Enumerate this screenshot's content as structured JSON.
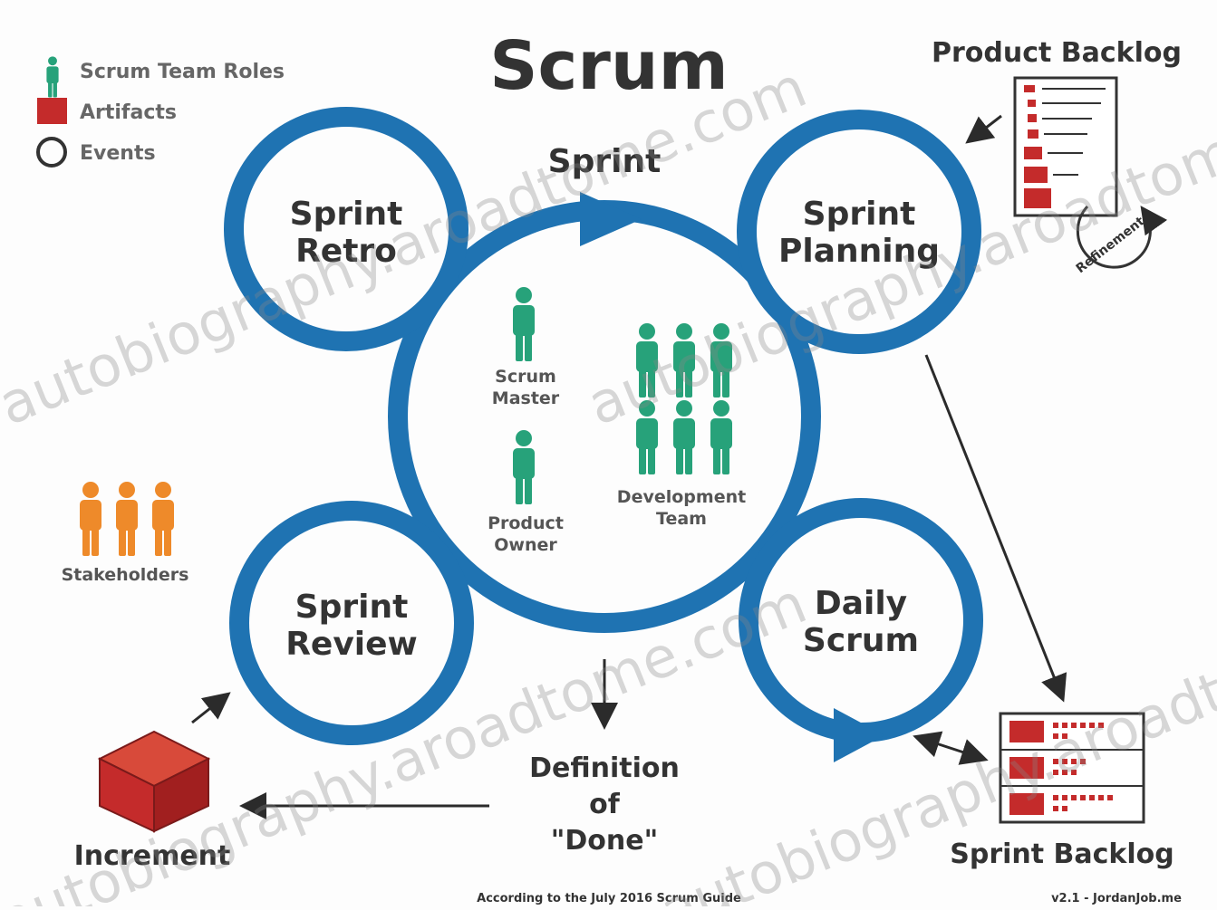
{
  "title": "Scrum",
  "legend": {
    "roles": "Scrum Team Roles",
    "artifacts": "Artifacts",
    "events": "Events"
  },
  "sprint_label": "Sprint",
  "events": {
    "sprint_retro": [
      "Sprint",
      "Retro"
    ],
    "sprint_planning": [
      "Sprint",
      "Planning"
    ],
    "sprint_review": [
      "Sprint",
      "Review"
    ],
    "daily_scrum": [
      "Daily",
      "Scrum"
    ]
  },
  "roles": {
    "scrum_master": [
      "Scrum",
      "Master"
    ],
    "product_owner": [
      "Product",
      "Owner"
    ],
    "development_team": [
      "Development",
      "Team"
    ],
    "stakeholders": "Stakeholders"
  },
  "artifacts": {
    "product_backlog": "Product Backlog",
    "refinement": "Refinement",
    "sprint_backlog": "Sprint Backlog",
    "increment": "Increment"
  },
  "definition_of_done": [
    "Definition",
    "of",
    "\"Done\""
  ],
  "footer": {
    "source": "According to the July 2016 Scrum Guide",
    "version": "v2.1 - JordanJob.me"
  },
  "watermark": "autobiography.aroadtome.com",
  "colors": {
    "event_blue": "#1f73b2",
    "role_green": "#27a27a",
    "artifact_red": "#c42b2b",
    "stakeholder_orange": "#ee8a2a",
    "text": "#333333"
  }
}
